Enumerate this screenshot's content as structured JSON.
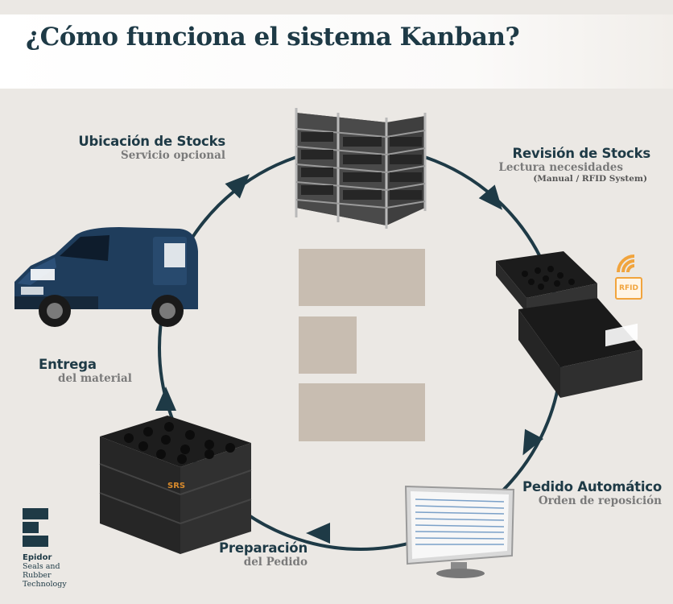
{
  "title": "¿Cómo funciona el sistema Kanban?",
  "colors": {
    "navy": "#1e3a46",
    "gray_text": "#7a7a7a",
    "block": "#c8bdb1",
    "rfid": "#f1a43d",
    "background": "#ebe8e4"
  },
  "steps": {
    "ubicacion": {
      "title": "Ubicación de Stocks",
      "subtitle": "Servicio opcional"
    },
    "revision": {
      "title": "Revisión de Stocks",
      "subtitle": "Lectura necesidades",
      "note": "(Manual / RFID System)"
    },
    "pedido": {
      "title": "Pedido Automático",
      "subtitle": "Orden de reposición"
    },
    "preparacion": {
      "title": "Preparación",
      "subtitle": "del Pedido"
    },
    "entrega": {
      "title": "Entrega",
      "subtitle": "del material"
    }
  },
  "rfid_badge": "RFID",
  "crate_brand": "SRS",
  "logo": {
    "name": "Epidor",
    "tagline_1": "Seals and",
    "tagline_2": "Rubber",
    "tagline_3": "Technology"
  }
}
